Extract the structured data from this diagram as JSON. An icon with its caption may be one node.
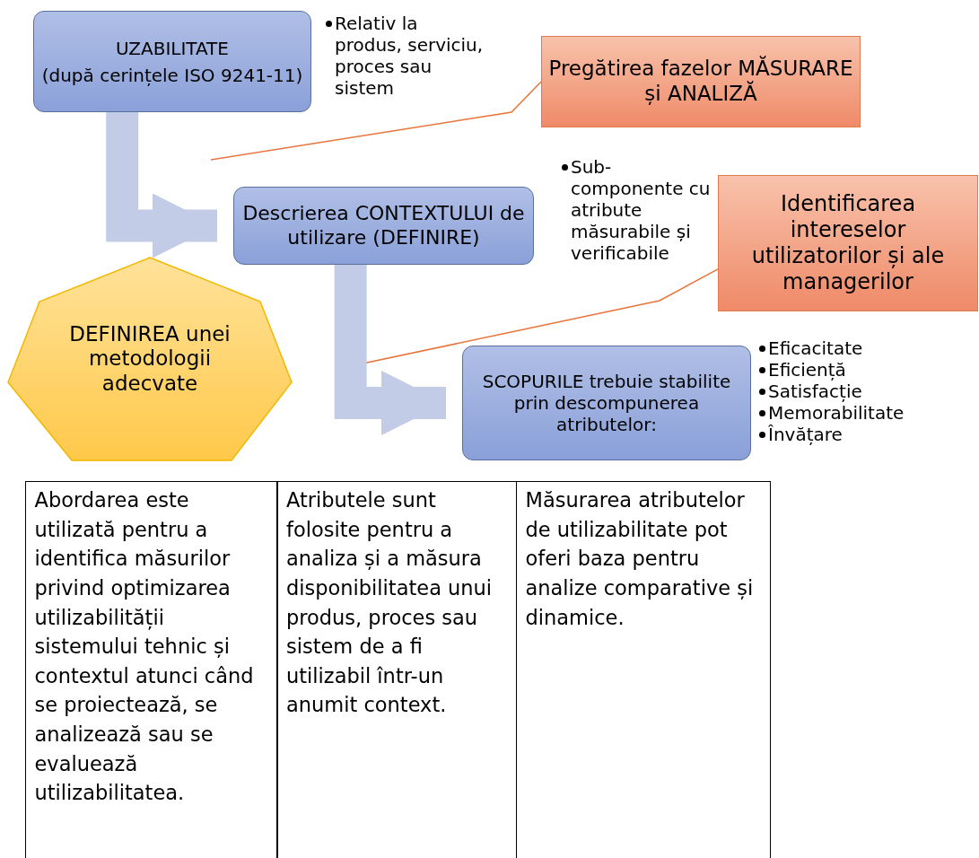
{
  "diagram": {
    "nodes": [
      {
        "text": [
          "UZABILITATE",
          "(după cerințele ISO 9241-11)"
        ],
        "beside": [
          "Relativ la produs, serviciu, proces sau sistem"
        ]
      },
      {
        "text": [
          "Pregătirea fazelor MĂSURARE și ANALIZĂ"
        ]
      },
      {
        "text": [
          "Descrierea CONTEXTULUI de utilizare (DEFINIRE)"
        ]
      },
      {
        "text": [
          "Identificarea intereselor utilizatorilor și ale managerilor"
        ]
      },
      {
        "text": [
          "DEFINIREA unei metodologii adecvate"
        ]
      },
      {
        "text": [
          "SCOPURILE trebuie stabilite prin descompunerea atributelor:"
        ],
        "beside": [
          "Eficacitate",
          "Eficiență",
          "Satisfacție",
          "Memorabilitate",
          "Învățare"
        ]
      }
    ],
    "edges": [
      {
        "from": 1,
        "to": null,
        "arrow": "none",
        "color": "#e8743b"
      },
      {
        "from": 0,
        "to": 2,
        "arrow": "to",
        "style": "thick",
        "color": "#c3cce6"
      },
      {
        "from": 3,
        "to": null,
        "arrow": "none",
        "color": "#e8743b"
      },
      {
        "from": 2,
        "to": 5,
        "arrow": "to",
        "style": "thick",
        "color": "#c3cce6"
      }
    ],
    "labels": [
      "Sub-componente cu atribute măsurabile și verificabile",
      "Abordarea este utilizată pentru a identifica măsurilor privind optimizarea utilizabilității sistemului tehnic și contextul atunci când se proiectează, se analizează sau se evaluează utilizabilitatea.",
      "Atributele sunt folosite pentru a analiza și a măsura disponibilitatea unui produs, proces sau sistem de a fi utilizabil într-un anumit context.",
      "Măsurarea atributelor de utilizabilitate pot oferi baza pentru analize comparative și dinamice."
    ]
  }
}
